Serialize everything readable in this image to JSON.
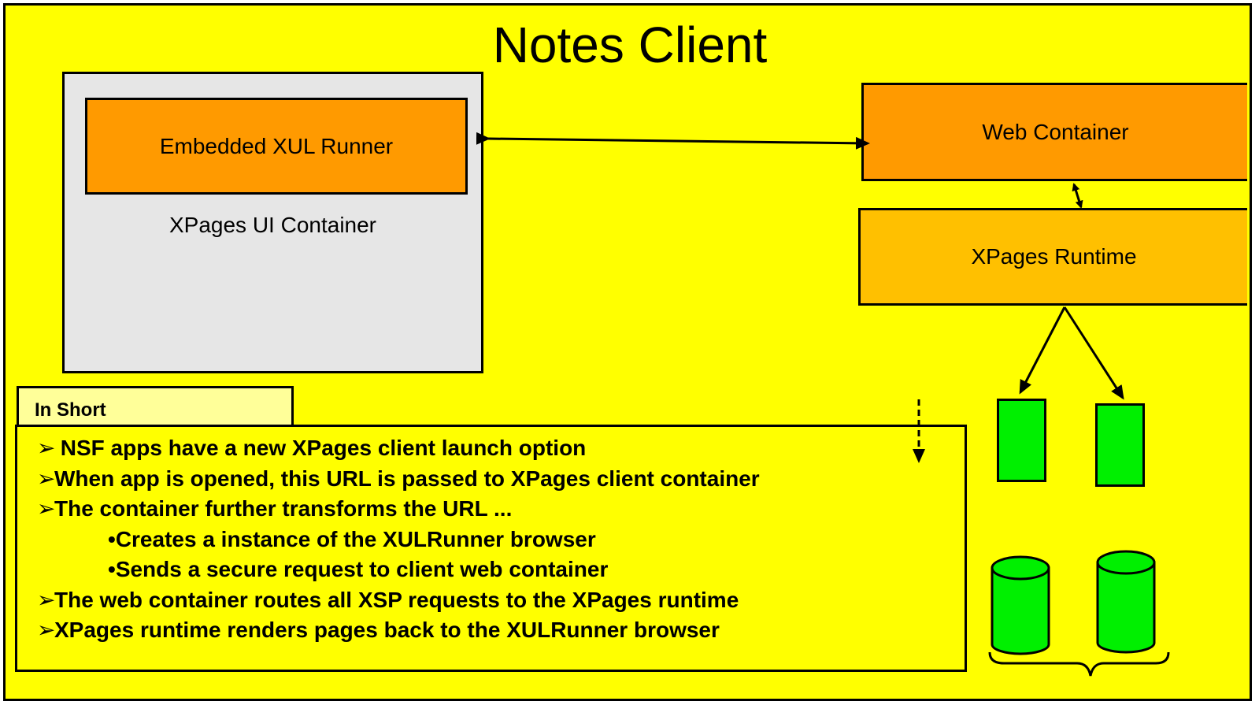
{
  "title": "Notes Client",
  "boxes": {
    "xul_runner": "Embedded XUL Runner",
    "ui_container": "XPages UI Container",
    "web_container": "Web Container",
    "runtime": "XPages Runtime"
  },
  "in_short": {
    "heading": "In Short",
    "bullets": [
      "NSF apps have a new XPages client launch option",
      "When app is opened, this URL is passed to XPages client container",
      "The container further transforms the URL ...",
      "Creates a instance of the XULRunner browser",
      "Sends a secure request to client web container",
      "The  web container routes all XSP requests to the XPages runtime",
      "XPages runtime renders pages back to the XULRunner browser"
    ]
  },
  "colors": {
    "background": "#ffff00",
    "orange": "#ff9a00",
    "runtime": "#ffc000",
    "ui_container": "#e6e6e6",
    "in_short_tab": "#ffff99",
    "documents": "#00f000"
  }
}
